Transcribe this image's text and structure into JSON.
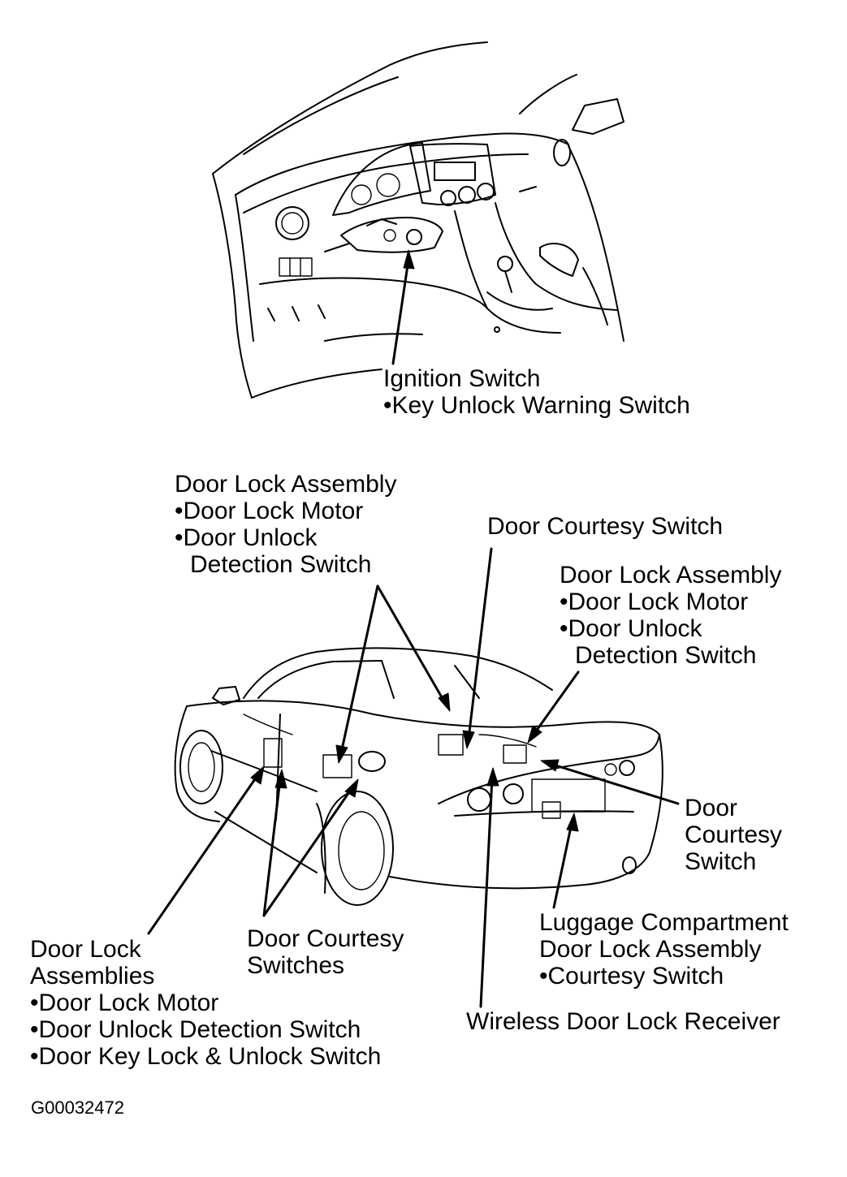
{
  "labels": {
    "ignition": {
      "title": "Ignition Switch",
      "items": [
        "•Key Unlock Warning Switch"
      ]
    },
    "front_door_lock": {
      "title": "Door Lock Assembly",
      "items": [
        "•Door Lock Motor",
        "•Door Unlock",
        "Detection Switch"
      ]
    },
    "door_courtesy_top": {
      "title": "Door Courtesy Switch"
    },
    "rear_door_lock": {
      "title": "Door Lock Assembly",
      "items": [
        "•Door Lock Motor",
        "•Door Unlock",
        "Detection Switch"
      ]
    },
    "door_courtesy_right": {
      "lines": [
        "Door",
        "Courtesy",
        "Switch"
      ]
    },
    "luggage": {
      "lines": [
        "Luggage Compartment",
        "Door Lock Assembly"
      ],
      "items": [
        "•Courtesy Switch"
      ]
    },
    "wireless": {
      "title": "Wireless Door Lock Receiver"
    },
    "door_courtesy_switches": {
      "lines": [
        "Door Courtesy",
        "Switches"
      ]
    },
    "door_lock_assemblies": {
      "lines": [
        "Door Lock",
        "Assemblies"
      ],
      "items": [
        "•Door Lock Motor",
        "•Door Unlock Detection Switch",
        "•Door Key Lock & Unlock Switch"
      ]
    }
  },
  "figure_code": "G00032472"
}
